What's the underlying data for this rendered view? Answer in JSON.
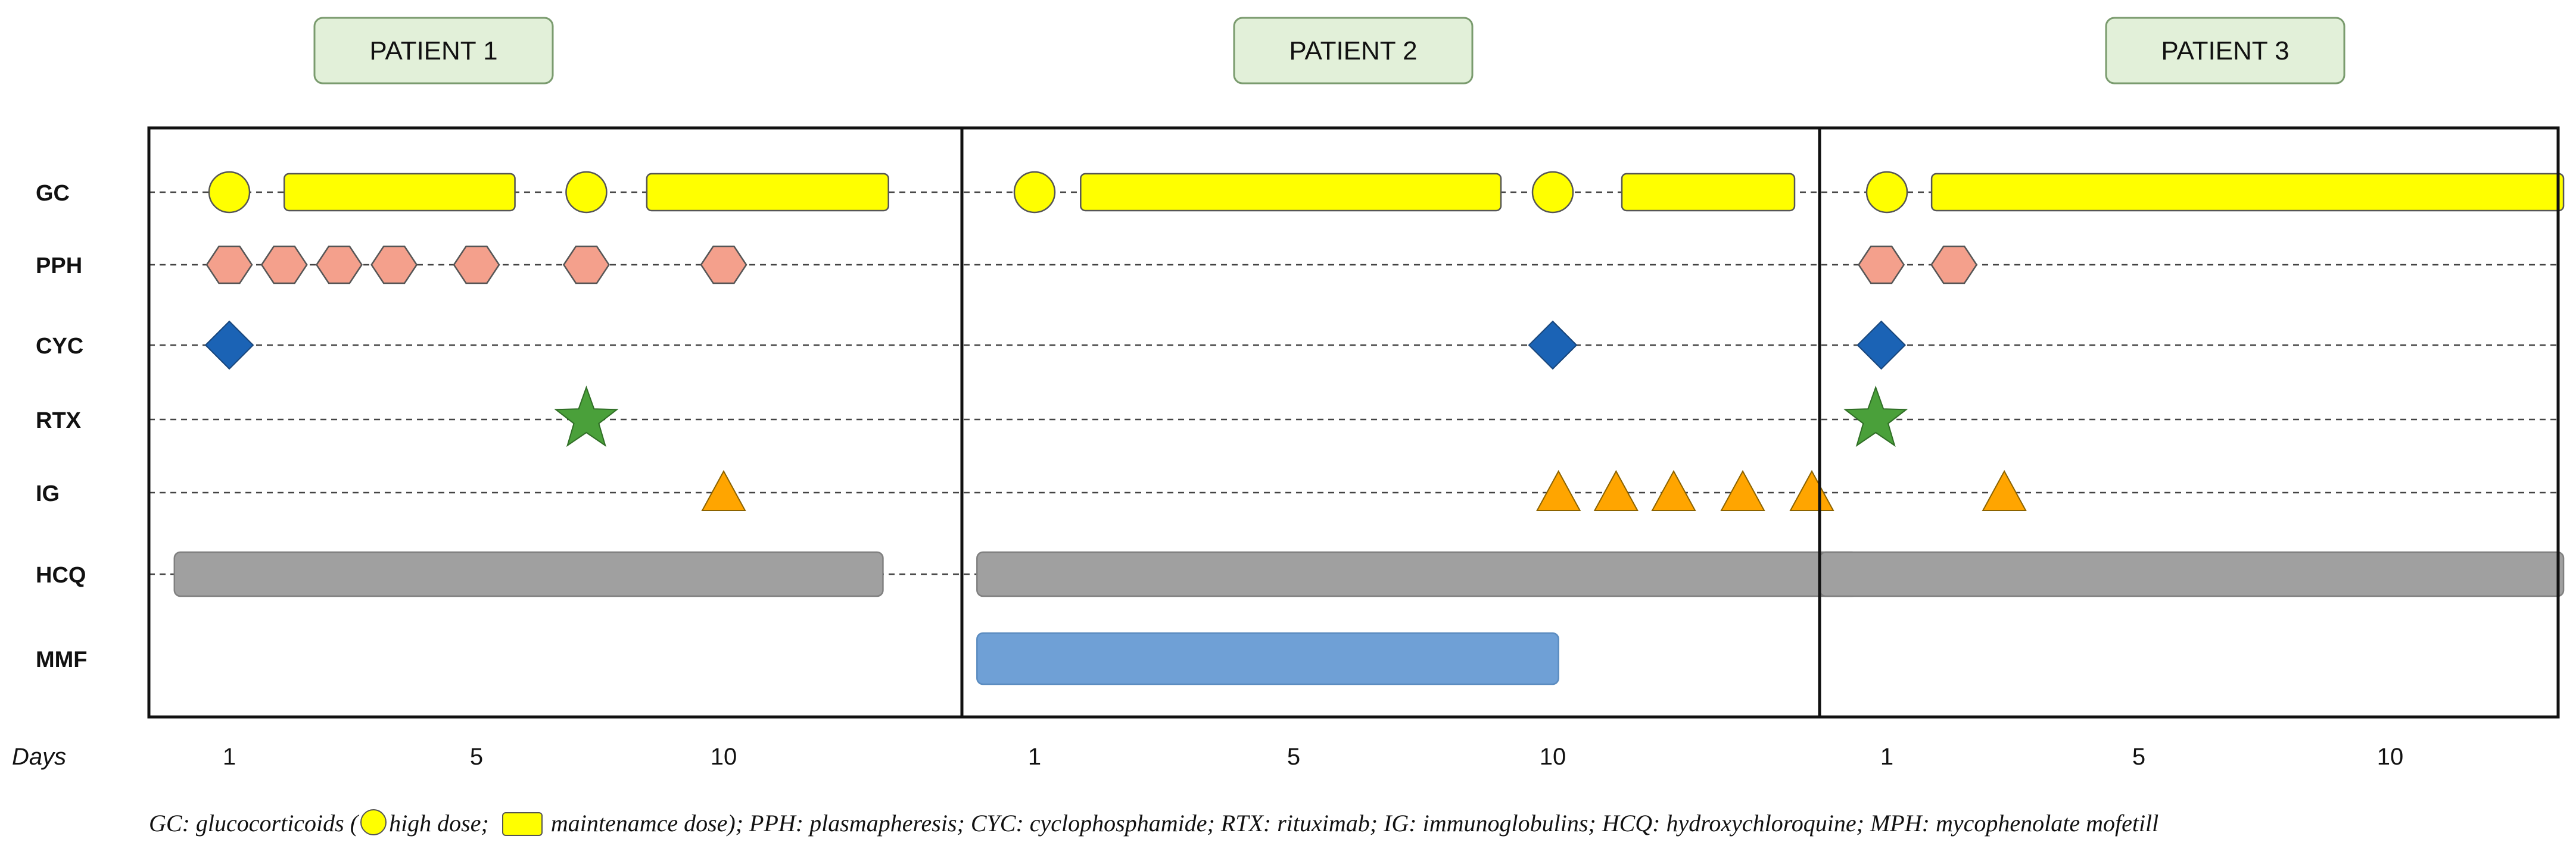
{
  "patients": [
    "PATIENT 1",
    "PATIENT 2",
    "PATIENT 3"
  ],
  "rows": [
    "GC",
    "PPH",
    "CYC",
    "RTX",
    "IG",
    "HCQ",
    "MMF"
  ],
  "days_label": "Days",
  "day_ticks": [
    [
      "1",
      "5",
      "10"
    ],
    [
      "1",
      "5",
      "10"
    ],
    [
      "1",
      "5",
      "10"
    ]
  ],
  "treatments": [
    {
      "GC": {
        "high_dose": [
          1,
          7.5
        ],
        "maintenance": [
          [
            2,
            6.2
          ],
          [
            8.6,
            13
          ]
        ]
      },
      "PPH": [
        1,
        2,
        3,
        4,
        5.5,
        7.5,
        10
      ],
      "CYC": [
        1
      ],
      "RTX": [
        7.5
      ],
      "IG": [
        10
      ],
      "HCQ": [
        [
          0,
          12.9
        ]
      ],
      "MMF": []
    },
    {
      "GC": {
        "high_dose": [
          1,
          10
        ],
        "maintenance": [
          [
            1.8,
            9.1
          ],
          [
            11.2,
            14.2
          ]
        ]
      },
      "PPH": [],
      "CYC": [
        10
      ],
      "RTX": [],
      "IG": [
        10.1,
        11.1,
        12.1,
        13.3,
        14.5
      ],
      "HCQ": [
        [
          0,
          15.3
        ]
      ],
      "MMF": [
        [
          0,
          10.1
        ]
      ]
    },
    {
      "GC": {
        "high_dose": [
          1
        ],
        "maintenance": [
          [
            1.8,
            13.1
          ]
        ]
      },
      "PPH": [
        0.9,
        2.2
      ],
      "CYC": [
        0.9
      ],
      "RTX": [
        0.8
      ],
      "IG": [
        3.1
      ],
      "HCQ": [
        [
          -0.2,
          13.1
        ]
      ],
      "MMF": []
    }
  ],
  "caption": {
    "part1": "GC: glucocorticoids (",
    "high_dose": "high dose;",
    "part2": "maintenamce dose); PPH: plasmapheresis; CYC: cyclophosphamide; RTX: rituximab; IG: immunoglobulins; HCQ: hydroxychloroquine; MPH: mycophenolate mofetill"
  },
  "colors": {
    "gc": "#ffff00",
    "pph": "#f4a08c",
    "cyc": "#1b63b5",
    "rtx": "#4aa03a",
    "ig": "#ffa500",
    "hcq": "#a0a0a0",
    "mmf": "#6fa0d6",
    "header_fill": "#e2f0d9",
    "header_border": "#7a9b6e"
  }
}
